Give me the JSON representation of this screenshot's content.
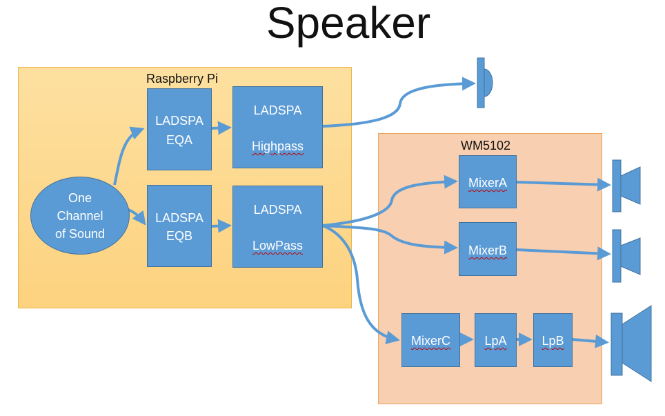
{
  "title": "Speaker",
  "rpi": {
    "label": "Raspberry Pi"
  },
  "wm": {
    "label": "WM5102"
  },
  "source": {
    "line1": "One",
    "line2": "Channel",
    "line3": "of Sound"
  },
  "eqa": {
    "line1": "LADSPA",
    "line2": "EQA"
  },
  "eqb": {
    "line1": "LADSPA",
    "line2": "EQB"
  },
  "highpass": {
    "line1": "LADSPA",
    "line2": "Highpass"
  },
  "lowpass": {
    "line1": "LADSPA",
    "line2": "LowPass"
  },
  "mixera": "MixerA",
  "mixerb": "MixerB",
  "mixerc": "MixerC",
  "lpa": "LpA",
  "lpb": "LpB",
  "colors": {
    "box": "#5b9bd5",
    "arrow": "#5b9bd5",
    "rpi": "#fdd27f",
    "wm": "#f8cfb0"
  }
}
